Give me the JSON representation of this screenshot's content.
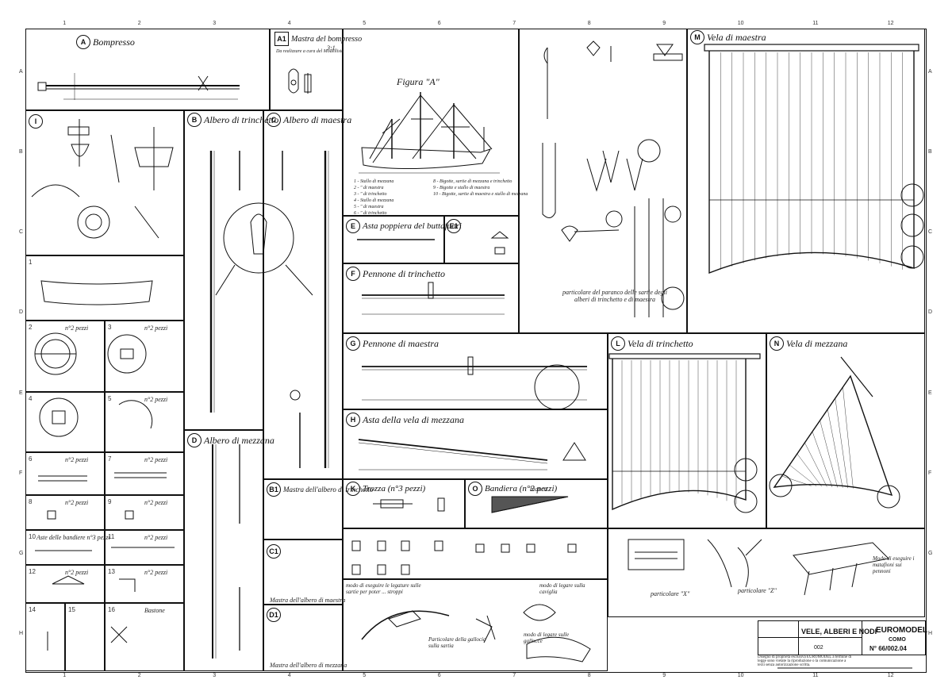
{
  "sheet": {
    "columns": [
      "1",
      "2",
      "3",
      "4",
      "5",
      "6",
      "7",
      "8",
      "9",
      "10",
      "11",
      "12"
    ],
    "rows": [
      "A",
      "B",
      "C",
      "D",
      "E",
      "F",
      "G",
      "H"
    ]
  },
  "panels": {
    "A": {
      "badge": "A",
      "title": "Bompresso"
    },
    "A1": {
      "badge": "A1",
      "title": "Mastra del bompresso",
      "scale": "3:1",
      "note": "Da realizzare a cura del Modellista"
    },
    "fig": {
      "title": "Figura \"A\"",
      "legend": [
        "1 - Stallo di mezzana",
        "2 - \" di maestra",
        "3 - \" di trinchetto",
        "4 - Stallo di mezzana",
        "5 - \" di maestra",
        "6 - \" di trinchetto"
      ],
      "legend2": [
        "8 - Bigotte, sartie di mezzana e trinchetto",
        "9 - Bigotte e stallo di maestra",
        "10 - Bigotte, sartie di maestra e stallo di mezzana"
      ]
    },
    "I": {
      "badge": "I"
    },
    "B": {
      "badge": "B",
      "title": "Albero di trinchetto"
    },
    "C": {
      "badge": "C",
      "title": "Albero di maestra"
    },
    "D": {
      "badge": "D",
      "title": "Albero di mezzana"
    },
    "E": {
      "badge": "E",
      "title": "Asta poppiera del buttafuori"
    },
    "E1": {
      "badge": "E1"
    },
    "F": {
      "badge": "F",
      "title": "Pennone di trinchetto"
    },
    "G": {
      "badge": "G",
      "title": "Pennone di maestra"
    },
    "H": {
      "badge": "H",
      "title": "Asta della vela di mezzana"
    },
    "K": {
      "badge": "K",
      "title": "Trozza (n°3 pezzi)"
    },
    "O": {
      "badge": "O",
      "title": "Bandiera (n°2 pezzi)",
      "note": "bianco"
    },
    "B1": {
      "badge": "B1",
      "title": "Mastra dell'albero di trinchetto"
    },
    "C1": {
      "badge": "C1",
      "title": "Mastra dell'albero di maestra"
    },
    "D1": {
      "badge": "D1",
      "title": "Mastra dell'albero di mezzana"
    },
    "L": {
      "badge": "L",
      "title": "Vela di trinchetto"
    },
    "M": {
      "badge": "M",
      "title": "Vela di maestra"
    },
    "N": {
      "badge": "N",
      "title": "Vela di mezzana"
    },
    "rig": {
      "note": "particolare del paranco delle sartie degli alberi di trinchetto e di maestra"
    },
    "knot1": {
      "note": "modo di eseguire le legature sulle sartie per poter ... stroppi"
    },
    "knot2": {
      "note": "Particolare della gallocia sulla sartia"
    },
    "knot3": {
      "note": "modo di legare sulla caviglia"
    },
    "knot4": {
      "note": "modo di legare sulle gallocce"
    },
    "detX": {
      "note": "particolare \"X\""
    },
    "detZ": {
      "note": "particolare \"Z\""
    },
    "detY": {
      "note": "Modo di eseguire i matafioni sui pennoni"
    }
  },
  "parts_list": [
    {
      "num": "1",
      "label": ""
    },
    {
      "num": "2",
      "label": "n°2 pezzi"
    },
    {
      "num": "3",
      "label": "n°2 pezzi"
    },
    {
      "num": "4",
      "label": ""
    },
    {
      "num": "5",
      "label": "n°2 pezzi"
    },
    {
      "num": "6",
      "label": "n°2 pezzi"
    },
    {
      "num": "7",
      "label": "n°2 pezzi"
    },
    {
      "num": "8",
      "label": "n°2 pezzi"
    },
    {
      "num": "9",
      "label": "n°2 pezzi"
    },
    {
      "num": "10",
      "label": "Aste delle bandiere n°3 pezzi"
    },
    {
      "num": "11",
      "label": "n°2 pezzi"
    },
    {
      "num": "12",
      "label": "n°2 pezzi"
    },
    {
      "num": "13",
      "label": "n°2 pezzi"
    },
    {
      "num": "14",
      "label": ""
    },
    {
      "num": "15",
      "label": ""
    },
    {
      "num": "16",
      "label": "Bastone"
    }
  ],
  "title_block": {
    "drawing": "VELE, ALBERI E NODI",
    "company": "EUROMODEL",
    "city": "COMO",
    "code": "N° 66/002.04",
    "project": "002",
    "note": "Disegno di proprietà esclusiva EUROMODEL a termine di legge sono vietate la riproduzione o la comunicazione a terzi senza autorizzazione scritta."
  }
}
